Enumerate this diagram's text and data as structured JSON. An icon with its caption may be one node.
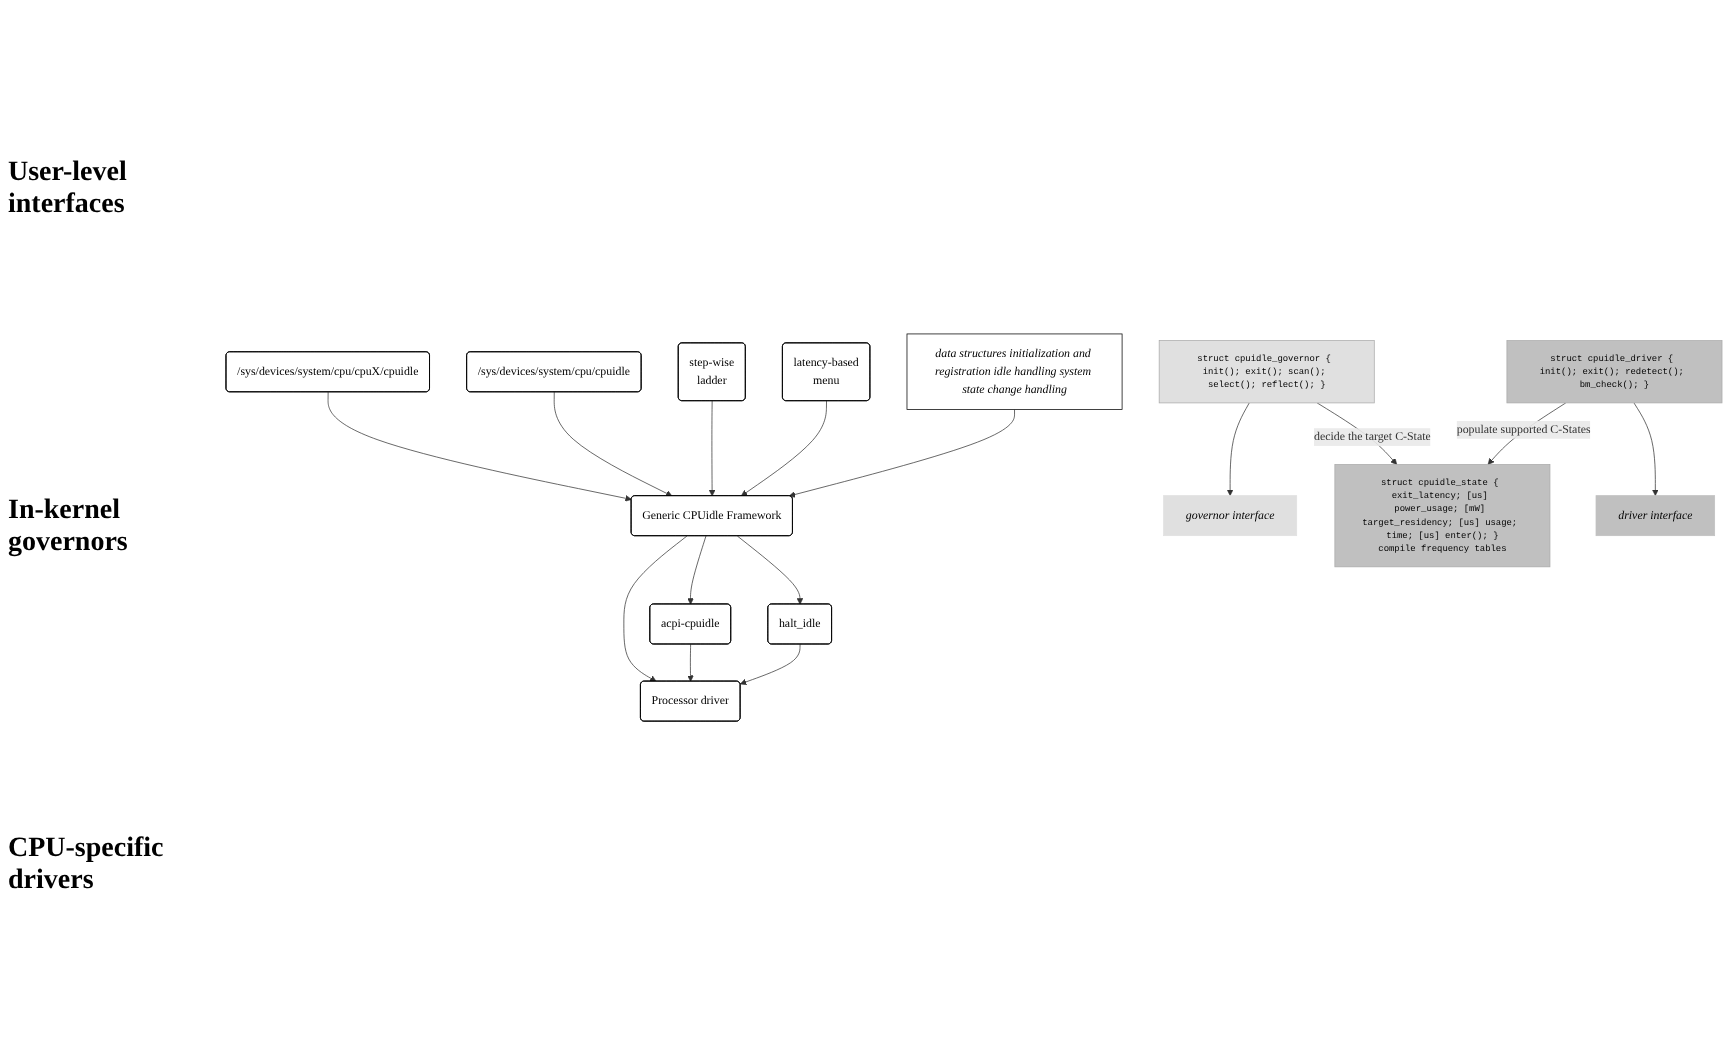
{
  "diagram": {
    "nodes": [
      {
        "text": [
          "/sys/devices/system/cpu/cpuX/cpuidle"
        ]
      },
      {
        "text": [
          "/sys/devices/system/cpu/cpuidle"
        ]
      },
      {
        "text": [
          "step-wise",
          "ladder"
        ]
      },
      {
        "text": [
          "latency-based",
          "menu"
        ]
      },
      {
        "text": [
          "governor interface"
        ]
      },
      {
        "text": [
          "Generic CPUidle Framework"
        ]
      },
      {
        "text": [
          "driver interface"
        ]
      },
      {
        "text": [
          "acpi-cpuidle"
        ]
      },
      {
        "text": [
          "halt_idle"
        ]
      },
      {
        "text": [
          "Processor driver"
        ]
      },
      {
        "text": [
          "struct cpuidle_governor { init(); exit(); scan(); select(); reflect(); }"
        ]
      },
      {
        "text": [
          "data structures initialization and registration idle handling system state change handling"
        ]
      },
      {
        "text": [
          "struct cpuidle_state { exit_latency; [us] power_usage; [mW] target_residency; [us] usage; time; [us] enter(); }",
          "compile frequency tables"
        ]
      },
      {
        "text": [
          "struct cpuidle_driver { init(); exit(); redetect(); bm_check(); }"
        ]
      }
    ],
    "edges": [
      {
        "from": 0,
        "to": 5,
        "arrow": "to"
      },
      {
        "from": 1,
        "to": 5,
        "arrow": "to"
      },
      {
        "from": 2,
        "to": 5,
        "arrow": "to"
      },
      {
        "from": 3,
        "to": 5,
        "arrow": "to"
      },
      {
        "from": 5,
        "to": 7,
        "arrow": "to"
      },
      {
        "from": 5,
        "to": 9,
        "arrow": "to"
      },
      {
        "from": 5,
        "to": 8,
        "arrow": "to"
      },
      {
        "from": 7,
        "to": 9,
        "arrow": "to"
      },
      {
        "from": 8,
        "to": 9,
        "arrow": "to"
      },
      {
        "from": 10,
        "to": 4,
        "arrow": "to"
      },
      {
        "from": 10,
        "to": 12,
        "arrow": "to",
        "label": "decide the target C-State"
      },
      {
        "from": 11,
        "to": 5,
        "arrow": "to"
      },
      {
        "from": 13,
        "to": 6,
        "arrow": "to"
      },
      {
        "from": 13,
        "to": 12,
        "arrow": "to",
        "label": "populate supported C-States"
      }
    ],
    "labels": [
      "User-level interfaces",
      "In-kernel governors",
      "CPU-specific drivers"
    ]
  }
}
